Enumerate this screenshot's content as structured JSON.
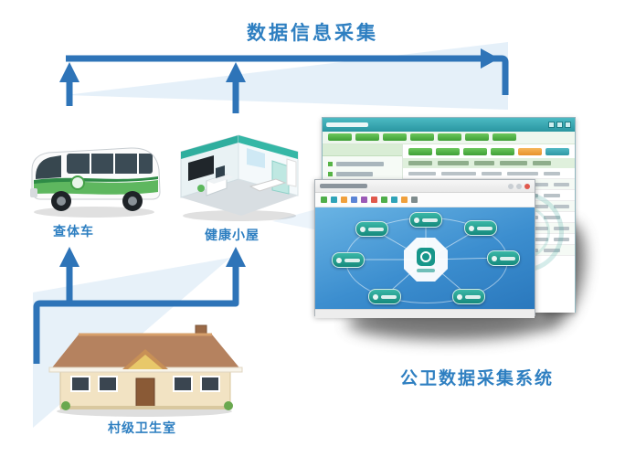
{
  "diagram": {
    "title": "数据信息采集",
    "nodes": {
      "van": {
        "label": "查体车"
      },
      "health_hut": {
        "label": "健康小屋"
      },
      "village_clinic": {
        "label": "村级卫生室"
      },
      "system": {
        "label": "公卫数据采集系统"
      }
    },
    "colors": {
      "arrow_blue": "#2e74b8",
      "label_blue": "#2e7fc1",
      "beam_blue": "#cfe3f4",
      "window_teal": "#35a7ae",
      "button_green": "#55b447",
      "hub_teal": "#1f9e8e",
      "screen_blue": "#3f8fcc"
    },
    "icons": [
      "van-illustration",
      "health-hut-illustration",
      "village-clinic-illustration",
      "flow-arrows",
      "magnifier-icon",
      "hub-node-button",
      "watermark-emblem"
    ]
  }
}
